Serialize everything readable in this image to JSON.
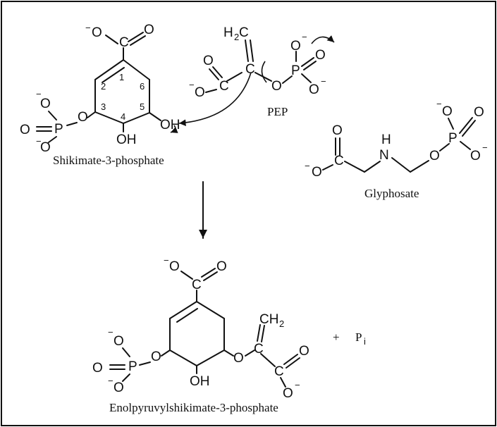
{
  "labels": {
    "shikimate": "Shikimate-3-phosphate",
    "pep": "PEP",
    "glyphosate": "Glyphosate",
    "epsp": "Enolpyruvylshikimate-3-phosphate",
    "plus": "+",
    "pi": "P",
    "pi_sub": "i"
  },
  "atoms": {
    "O": "O",
    "C": "C",
    "P": "P",
    "H": "H",
    "N": "N",
    "OH": "OH",
    "OH_top": "OH",
    "CH2": "CH",
    "H2C": "H",
    "two": "2",
    "minus": "−"
  },
  "ring_numbers": [
    "1",
    "2",
    "3",
    "4",
    "5",
    "6"
  ]
}
